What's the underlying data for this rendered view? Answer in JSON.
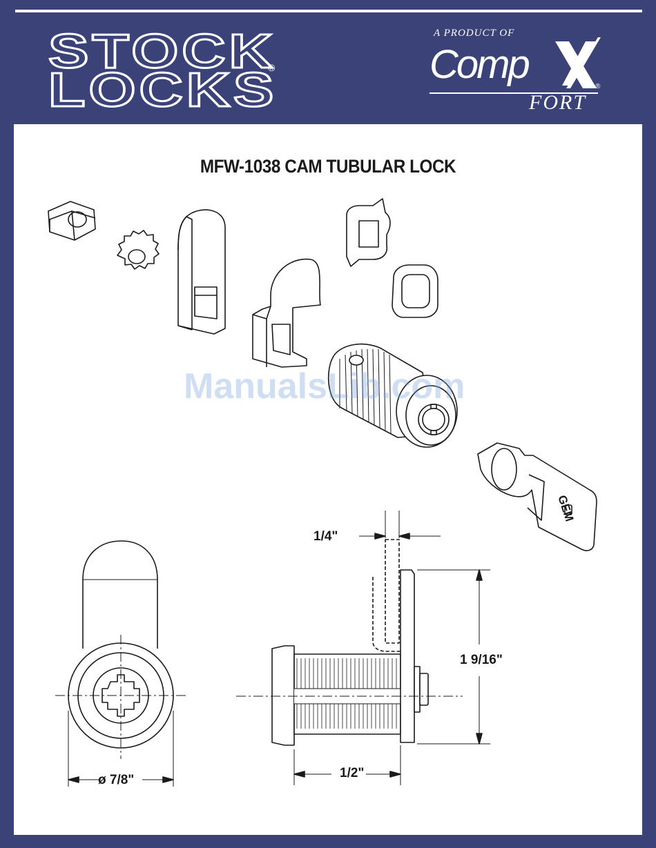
{
  "header": {
    "brand_line1": "STOCK",
    "brand_line2": "LOCKS",
    "brand_reg": "®",
    "product_of": "A PRODUCT OF",
    "compx_word": "Comp",
    "compx_letter": "X",
    "compx_reg": "®",
    "compx_sub": "FORT"
  },
  "document": {
    "title": "MFW-1038 CAM TUBULAR LOCK",
    "watermark": "ManualsLib.com",
    "key_stamp": "GEM"
  },
  "dimensions": {
    "cam_thickness": "1/4\"",
    "cam_length": "1 9/16\"",
    "body_length": "1/2\"",
    "face_diameter": "ø 7/8\""
  },
  "colors": {
    "frame": "#3b4278",
    "panel": "#ffffff",
    "ink": "#1a1a1a"
  }
}
